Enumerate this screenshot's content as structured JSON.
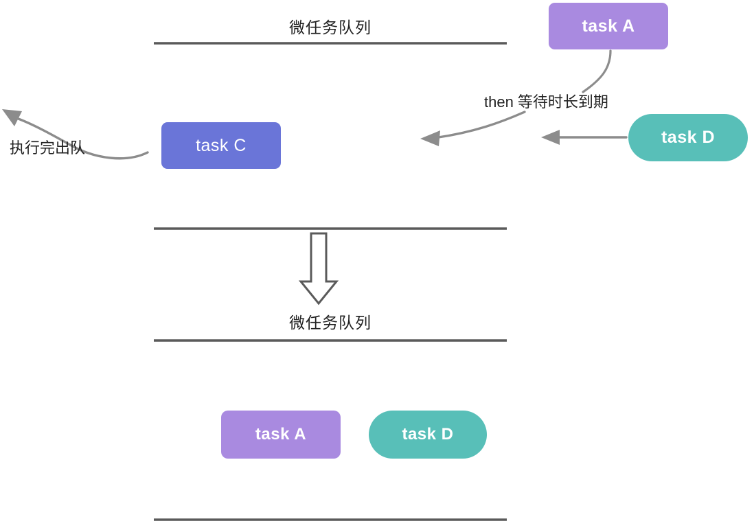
{
  "diagram": {
    "title": "微任务队列 microtask queue diagram",
    "colors": {
      "purple": "#a98ae0",
      "blue": "#6a75d8",
      "teal": "#58bfb8",
      "line": "#5a5a5a",
      "arrow": "#8c8c8c",
      "text": "#222222",
      "background": "#ffffff"
    },
    "queues": [
      {
        "id": "queue-top",
        "label": "微任务队列"
      },
      {
        "id": "queue-middle",
        "label": "微任务队列"
      }
    ],
    "annotations": [
      {
        "id": "then-note",
        "text": "then 等待时长到期"
      },
      {
        "id": "dequeue-note",
        "text": "执行完出队"
      }
    ],
    "nodes": [
      {
        "id": "task-a-top",
        "label": "task A",
        "shape": "rounded-rect",
        "color": "#a98ae0"
      },
      {
        "id": "task-c",
        "label": "task C",
        "shape": "rounded-rect",
        "color": "#6a75d8"
      },
      {
        "id": "task-d-top",
        "label": "task D",
        "shape": "pill",
        "color": "#58bfb8"
      },
      {
        "id": "task-a-bottom",
        "label": "task A",
        "shape": "rounded-rect",
        "color": "#a98ae0"
      },
      {
        "id": "task-d-bottom",
        "label": "task D",
        "shape": "pill",
        "color": "#58bfb8"
      }
    ],
    "arrows": [
      {
        "id": "arrow-task-a-to-then",
        "from": "task-a-top",
        "to": "then-note",
        "style": "curved",
        "arrowhead": false
      },
      {
        "id": "arrow-then-to-queue",
        "from": "then-note",
        "to": "queue-top",
        "style": "curved",
        "arrowhead": true
      },
      {
        "id": "arrow-task-d-to-queue",
        "from": "task-d-top",
        "to": "queue-top",
        "style": "straight",
        "arrowhead": true
      },
      {
        "id": "arrow-task-c-dequeue",
        "from": "task-c",
        "to": "dequeue-note",
        "style": "curved",
        "arrowhead": true
      },
      {
        "id": "arrow-flow-down",
        "from": "queue-top",
        "to": "queue-middle",
        "style": "hollow-block",
        "arrowhead": true
      }
    ]
  }
}
